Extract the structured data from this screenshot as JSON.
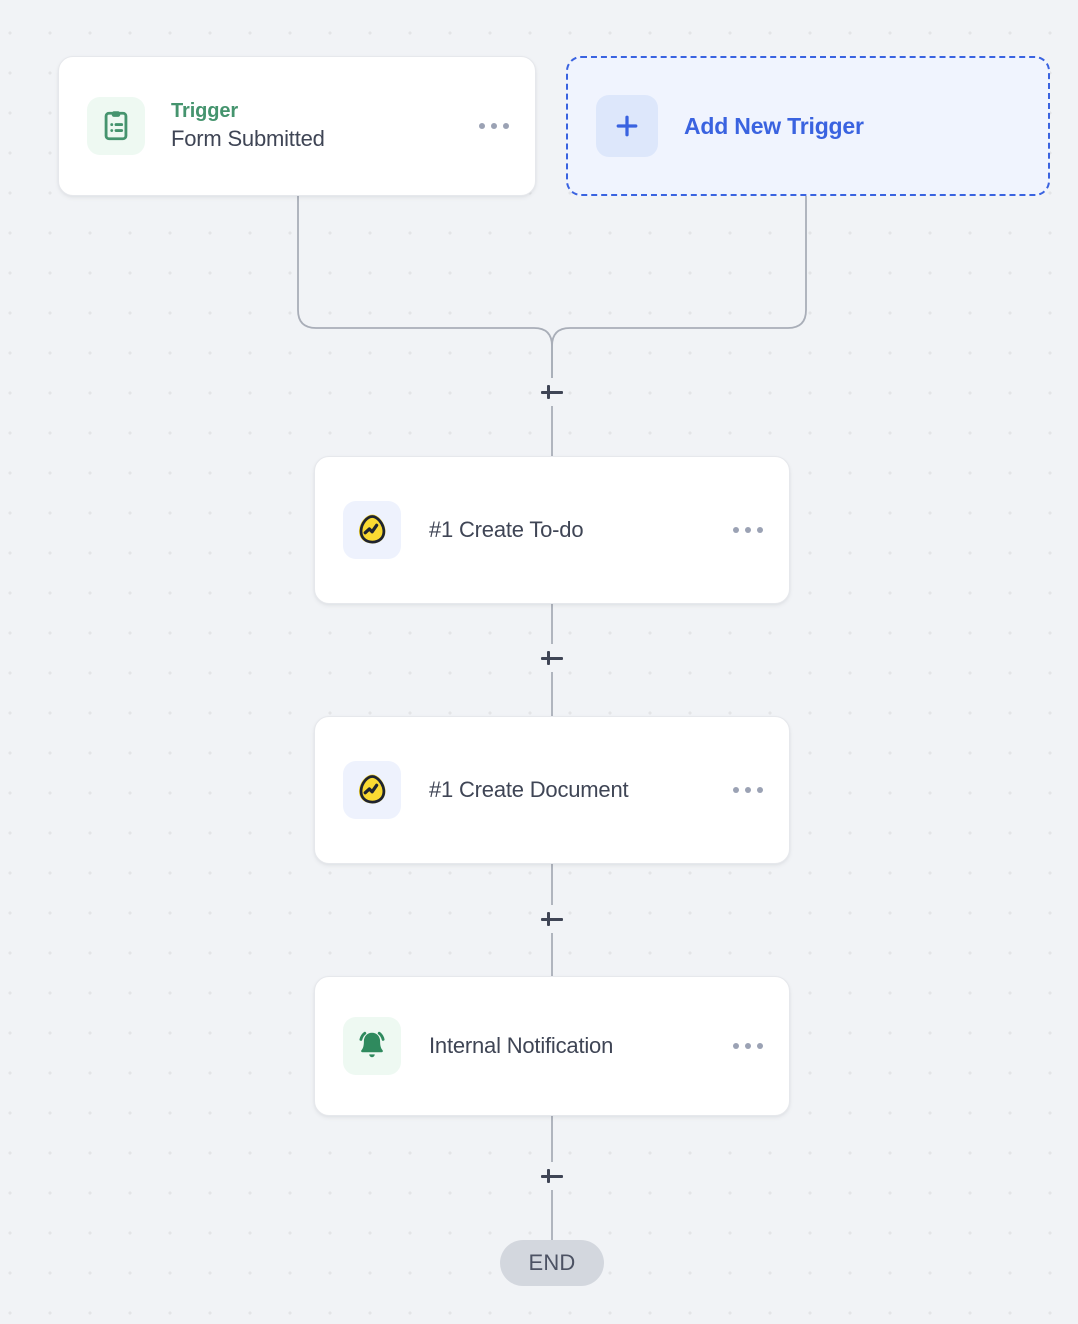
{
  "canvas": {
    "background_color": "#f1f3f6",
    "dot_color": "#e3e4e7",
    "connector_color": "#a9aeb8"
  },
  "trigger_node": {
    "icon": "clipboard-list-icon",
    "icon_color": "#45946e",
    "icon_background": "#eef9f2",
    "kicker": "Trigger",
    "title": "Form Submitted",
    "menu": "more-options-icon"
  },
  "add_trigger": {
    "icon": "plus-icon",
    "label": "Add New Trigger",
    "accent_color": "#3a63e0",
    "background": "#f0f4fe"
  },
  "steps": [
    {
      "title": "#1 Create To-do",
      "icon": "app-logo-icon",
      "icon_background": "#eef2fd",
      "menu": "more-options-icon"
    },
    {
      "title": "#1 Create Document",
      "icon": "app-logo-icon",
      "icon_background": "#eef2fd",
      "menu": "more-options-icon"
    },
    {
      "title": "Internal Notification",
      "icon": "bell-ring-icon",
      "icon_color": "#2f8a5e",
      "icon_background": "#eef9f2",
      "menu": "more-options-icon"
    }
  ],
  "add_step_buttons": [
    {
      "name": "add-step-after-trigger",
      "icon": "plus-icon"
    },
    {
      "name": "add-step-after-create-todo",
      "icon": "plus-icon"
    },
    {
      "name": "add-step-after-create-document",
      "icon": "plus-icon"
    },
    {
      "name": "add-step-after-internal-notification",
      "icon": "plus-icon"
    }
  ],
  "end": {
    "label": "END",
    "background": "#d3d7de",
    "text_color": "#4c5263"
  }
}
